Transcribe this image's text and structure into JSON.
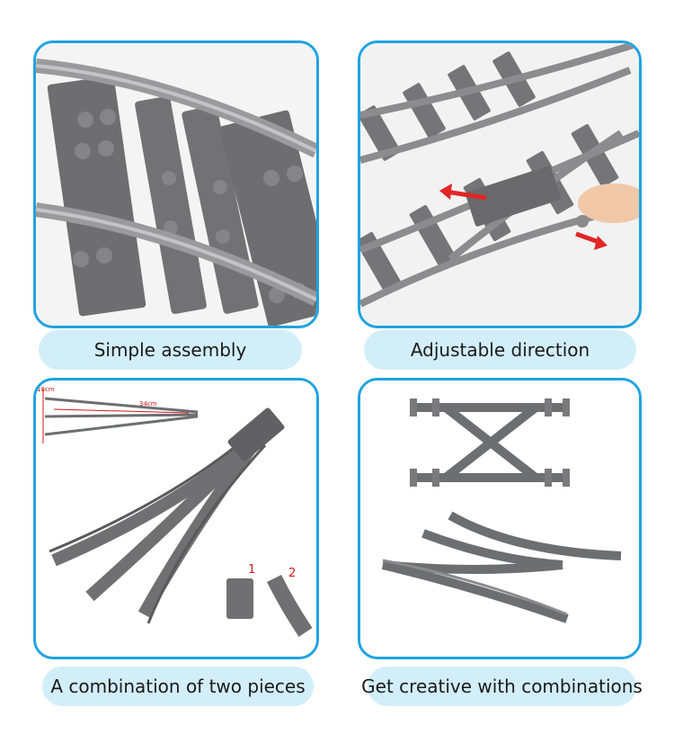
{
  "panels": [
    {
      "caption": "Simple assembly",
      "image_icon": "curved-track-joint-icon"
    },
    {
      "caption": "Adjustable direction",
      "image_icon": "track-switch-icon"
    },
    {
      "caption": "A combination of two pieces",
      "image_icon": "switch-combination-icon",
      "annotations": {
        "width": "18cm",
        "length": "34cm",
        "piece_1": "1",
        "piece_2": "2"
      }
    },
    {
      "caption": "Get creative with combinations",
      "image_icon": "crossing-layout-icon"
    }
  ],
  "colors": {
    "frame": "#1fa3e0",
    "caption_bg": "#d2eef9",
    "track": "#6d6e71",
    "arrow": "#e02626"
  }
}
